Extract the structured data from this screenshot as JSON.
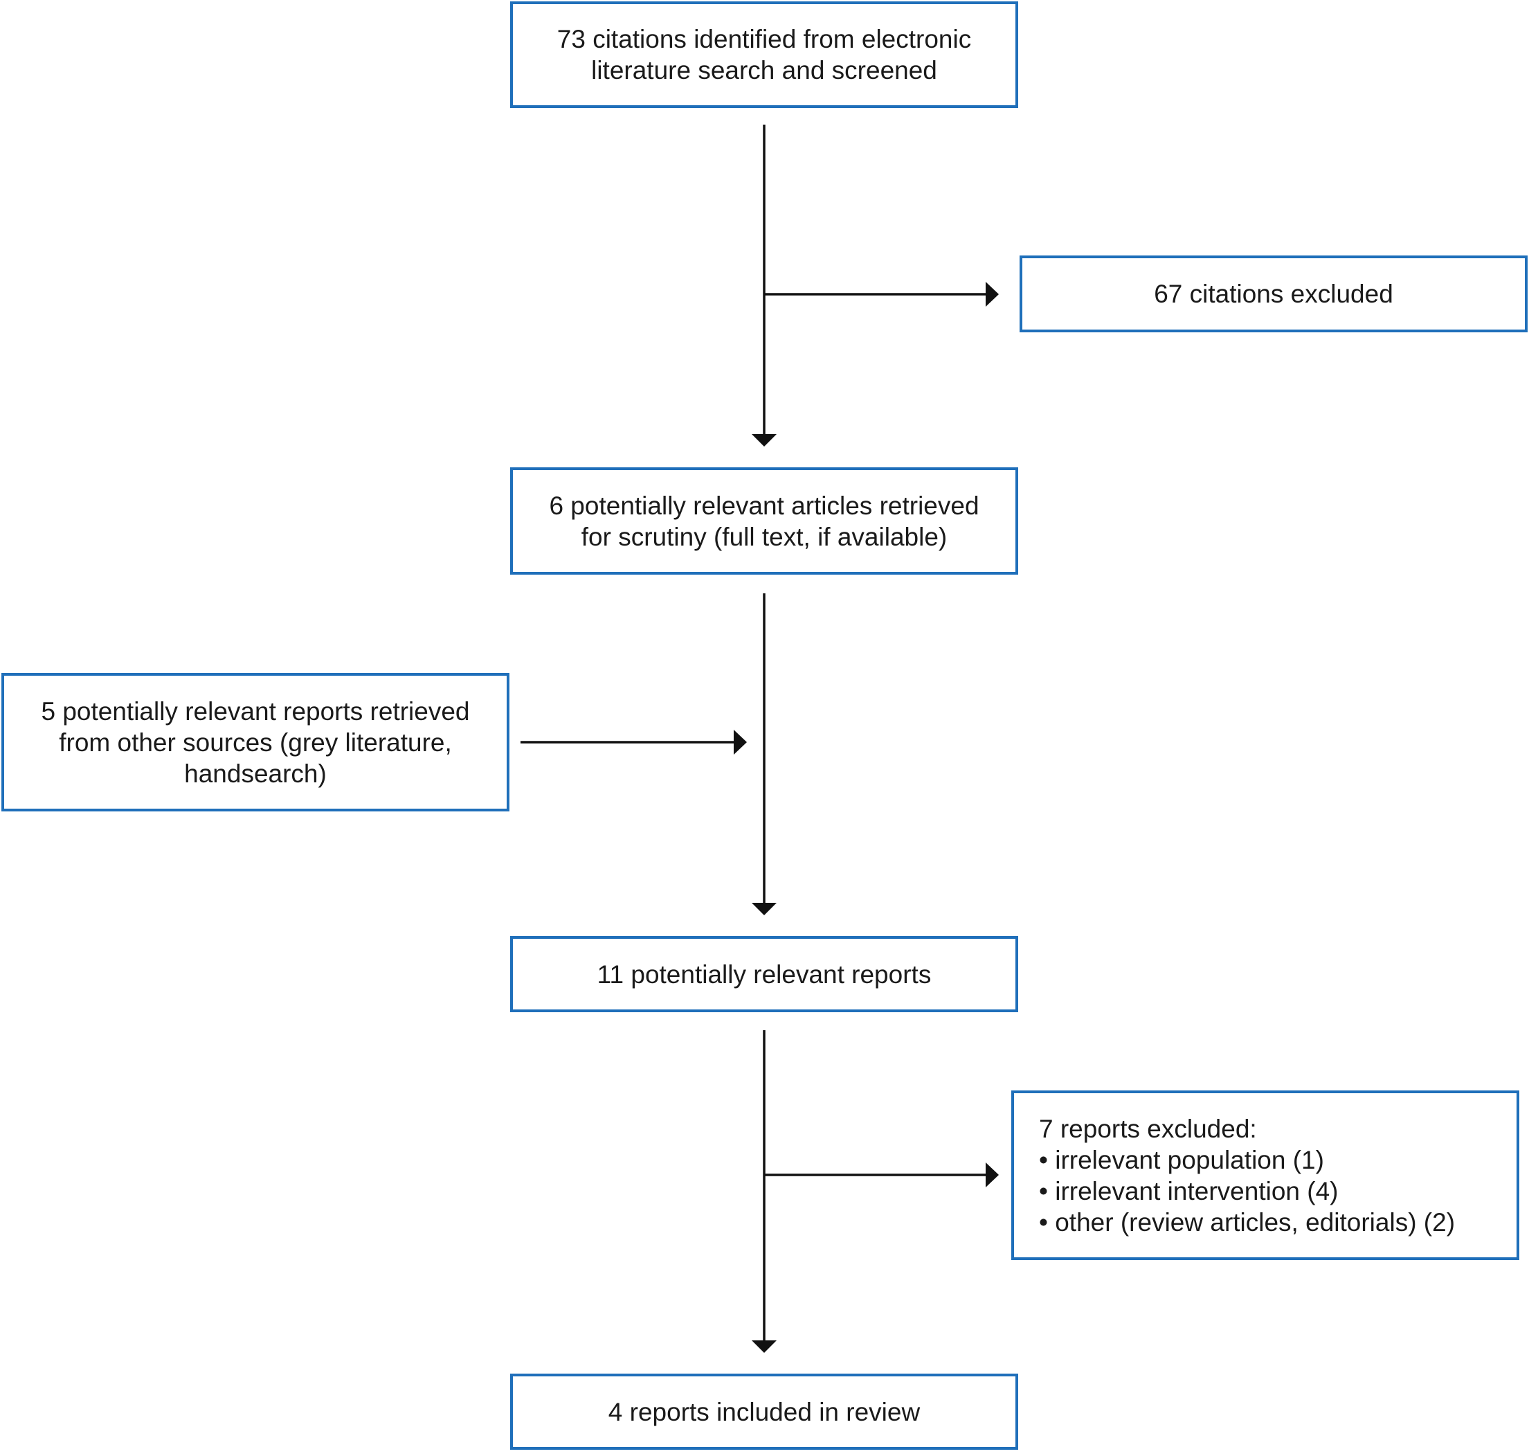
{
  "flowchart": {
    "boxes": [
      {
        "id": "identified",
        "text": "73 citations identified from electronic\nliterature search and screened"
      },
      {
        "id": "excluded-citations",
        "text": "67 citations excluded"
      },
      {
        "id": "retrieved",
        "text": "6 potentially relevant articles retrieved\nfor scrutiny (full text, if available)"
      },
      {
        "id": "other-sources",
        "text": "5 potentially relevant reports retrieved\nfrom other sources (grey literature,\nhandsearch)"
      },
      {
        "id": "relevant-reports",
        "text": "11 potentially relevant reports"
      },
      {
        "id": "excluded-reports",
        "heading": "7 reports excluded:",
        "items": [
          "• irrelevant population (1)",
          "• irrelevant intervention (4)",
          "• other (review articles, editorials) (2)"
        ]
      },
      {
        "id": "included",
        "text": "4 reports included in review"
      }
    ],
    "colors": {
      "box_border": "#1f6fba",
      "arrow": "#111111",
      "text": "#1a1a1a"
    }
  }
}
